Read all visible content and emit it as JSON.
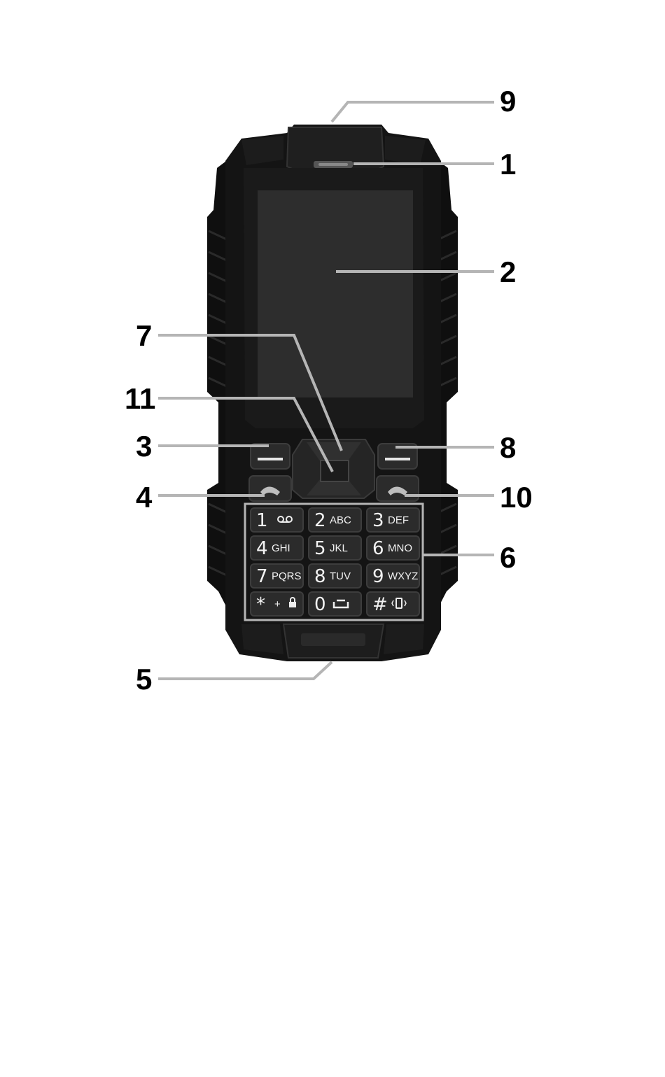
{
  "callouts": [
    {
      "id": "9",
      "label": "9"
    },
    {
      "id": "1",
      "label": "1"
    },
    {
      "id": "2",
      "label": "2"
    },
    {
      "id": "7",
      "label": "7"
    },
    {
      "id": "11",
      "label": "11"
    },
    {
      "id": "3",
      "label": "3"
    },
    {
      "id": "8",
      "label": "8"
    },
    {
      "id": "4",
      "label": "4"
    },
    {
      "id": "10",
      "label": "10"
    },
    {
      "id": "6",
      "label": "6"
    },
    {
      "id": "5",
      "label": "5"
    }
  ],
  "keypad": [
    {
      "digit": "1",
      "letters": "",
      "icon": "voicemail-icon"
    },
    {
      "digit": "2",
      "letters": "ABC"
    },
    {
      "digit": "3",
      "letters": "DEF"
    },
    {
      "digit": "4",
      "letters": "GHI"
    },
    {
      "digit": "5",
      "letters": "JKL"
    },
    {
      "digit": "6",
      "letters": "MNO"
    },
    {
      "digit": "7",
      "letters": "PQRS"
    },
    {
      "digit": "8",
      "letters": "TUV"
    },
    {
      "digit": "9",
      "letters": "WXYZ"
    },
    {
      "digit": "*",
      "letters": "+",
      "icon": "lock-icon"
    },
    {
      "digit": "0",
      "letters": "",
      "icon": "space-icon"
    },
    {
      "digit": "#",
      "letters": "",
      "icon": "vibrate-icon"
    }
  ],
  "colors": {
    "body": "#111111",
    "bezel": "#1d1d1d",
    "screen": "#2a2a2a",
    "key": "#2b2b2b",
    "leader": "#b5b5b5",
    "keypad_outline": "#b5b5b5"
  }
}
